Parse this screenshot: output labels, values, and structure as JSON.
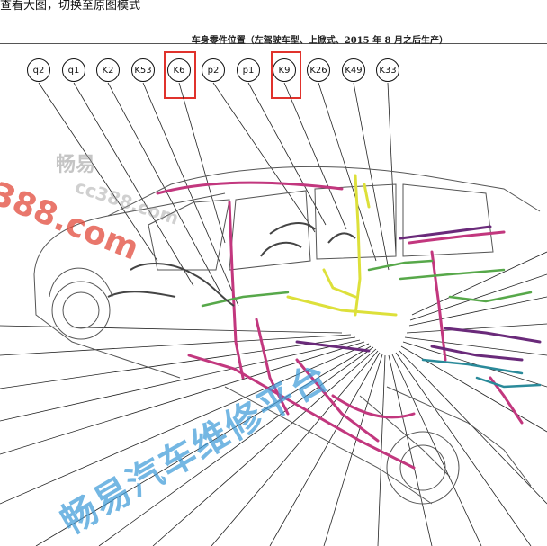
{
  "top_bar": {
    "text": "查看大图，切换至原图模式"
  },
  "diagram": {
    "title": "车身零件位置（左驾驶车型、上掀式、2015 年 8 月之后生产）",
    "callouts": [
      "q2",
      "q1",
      "K2",
      "K53",
      "K6",
      "p2",
      "p1",
      "K9",
      "K26",
      "K49",
      "K33"
    ],
    "highlighted": [
      "K6",
      "K9"
    ]
  },
  "watermarks": {
    "logo_text": "畅易",
    "site_text": "388.com",
    "site_faint": "cc388.com",
    "banner": "畅易汽车维修平台"
  },
  "colors": {
    "highlight_box": "#e0322c",
    "harness_pink": "#c2377e",
    "harness_yellow": "#dde03a",
    "harness_green": "#57a84a",
    "harness_purple": "#6a2a7a",
    "harness_teal": "#2a8a9a",
    "watermark_blue": "#3f9bd8",
    "watermark_red": "#e14a3b"
  }
}
